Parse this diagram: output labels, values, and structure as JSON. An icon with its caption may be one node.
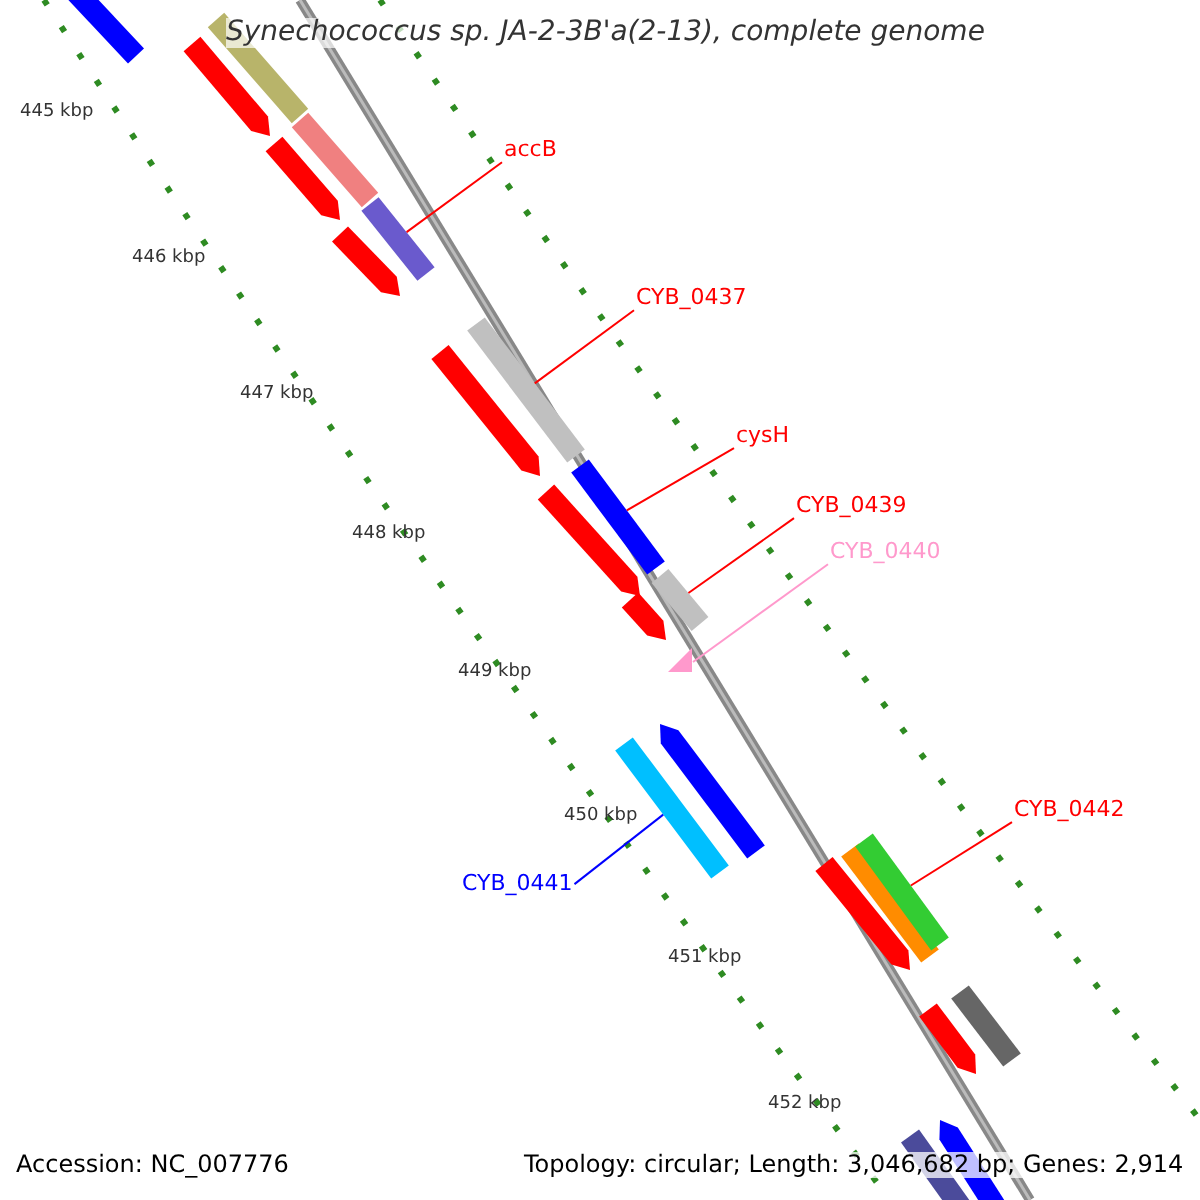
{
  "diagram": {
    "title": "Synechococcus sp. JA-2-3B'a(2-13), complete genome",
    "nodes": [
      {
        "text": [
          "accB"
        ]
      },
      {
        "text": [
          "CYB_0437"
        ]
      },
      {
        "text": [
          "cysH"
        ]
      },
      {
        "text": [
          "CYB_0439"
        ]
      },
      {
        "text": [
          "CYB_0440"
        ]
      },
      {
        "text": [
          "CYB_0441"
        ]
      },
      {
        "text": [
          "CYB_0442"
        ]
      },
      {
        "text": [],
        "shape": "bar"
      },
      {
        "text": [],
        "shape": "bar"
      },
      {
        "text": [],
        "shape": "bar"
      },
      {
        "text": [],
        "shape": "bar"
      },
      {
        "text": [],
        "shape": "triangle"
      },
      {
        "text": [],
        "shape": "bar"
      },
      {
        "text": [],
        "shape": "bar"
      }
    ],
    "edges": [
      {
        "from": 0,
        "to": 7,
        "arrow": "none"
      },
      {
        "from": 1,
        "to": 8,
        "arrow": "none"
      },
      {
        "from": 2,
        "to": 9,
        "arrow": "none"
      },
      {
        "from": 3,
        "to": 10,
        "arrow": "none"
      },
      {
        "from": 4,
        "to": 11,
        "arrow": "none",
        "color": "#ff99cc"
      },
      {
        "from": 5,
        "to": 12,
        "arrow": "none",
        "color": "#0000ff"
      },
      {
        "from": 6,
        "to": 13,
        "arrow": "none"
      }
    ],
    "labels": [
      "445 kbp",
      "446 kbp",
      "447 kbp",
      "448 kbp",
      "449 kbp",
      "450 kbp",
      "451 kbp",
      "452 kbp",
      "Accession: NC_007776",
      "Topology: circular; Length: 3,046,682 bp; Genes: 2,914"
    ]
  }
}
